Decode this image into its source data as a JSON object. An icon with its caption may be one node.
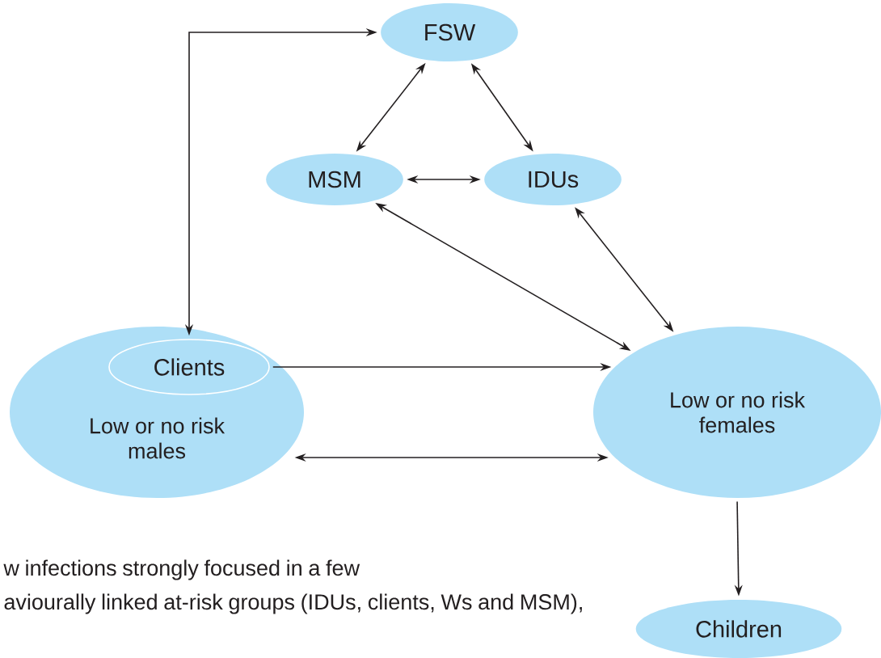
{
  "diagram": {
    "nodes": [
      {
        "text": [
          "FSW"
        ]
      },
      {
        "text": [
          "MSM"
        ]
      },
      {
        "text": [
          "IDUs"
        ]
      },
      {
        "text": [
          "Low or no risk males"
        ]
      },
      {
        "text": [
          "Clients"
        ],
        "in": 3
      },
      {
        "text": [
          "Low or no risk females"
        ]
      },
      {
        "text": [
          "Children"
        ]
      }
    ],
    "edges": [
      {
        "from": 4,
        "to": 0,
        "arrow": "both"
      },
      {
        "from": 0,
        "to": 1,
        "arrow": "both"
      },
      {
        "from": 0,
        "to": 2,
        "arrow": "both"
      },
      {
        "from": 1,
        "to": 2,
        "arrow": "both"
      },
      {
        "from": 1,
        "to": 5,
        "arrow": "both"
      },
      {
        "from": 2,
        "to": 5,
        "arrow": "both"
      },
      {
        "from": 4,
        "to": 5,
        "arrow": "to"
      },
      {
        "from": 3,
        "to": 5,
        "arrow": "both"
      },
      {
        "from": 5,
        "to": 6,
        "arrow": "to"
      }
    ],
    "labels": [
      "w infections strongly focused in a few aviourally linked at-risk groups (IDUs, clients, Ws and MSM),"
    ]
  }
}
